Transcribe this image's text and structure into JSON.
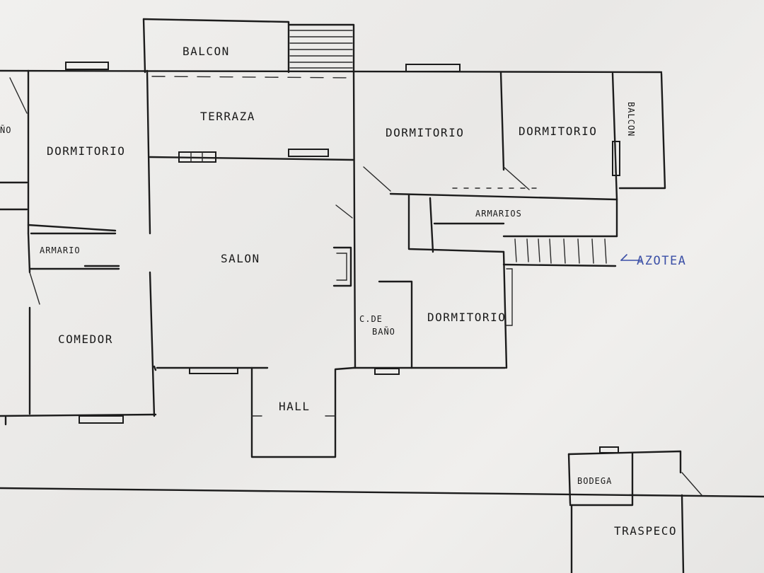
{
  "plan": {
    "rooms": {
      "balcon_top": "BALCON",
      "terraza": "TERRAZA",
      "dormitorio_left": "DORMITORIO",
      "dormitorio_mid": "DORMITORIO",
      "dormitorio_right": "DORMITORIO",
      "balcon_side": "BALCON",
      "armarios": "ARMARIOS",
      "azotea": "AZOTEA",
      "armario": "ARMARIO",
      "salon": "SALON",
      "c_de_bano_line1": "C.DE",
      "c_de_bano_line2": "BAÑO",
      "dormitorio_lower": "DORMITORIO",
      "comedor": "COMEDOR",
      "hall": "HALL",
      "bodega": "BODEGA",
      "traspeco": "TRASPECO",
      "edge_fragment": "ÑO"
    },
    "colors": {
      "ink": "#1c1c1c",
      "blue_ink": "#3b4fa6",
      "paper": "#eceae8"
    }
  }
}
